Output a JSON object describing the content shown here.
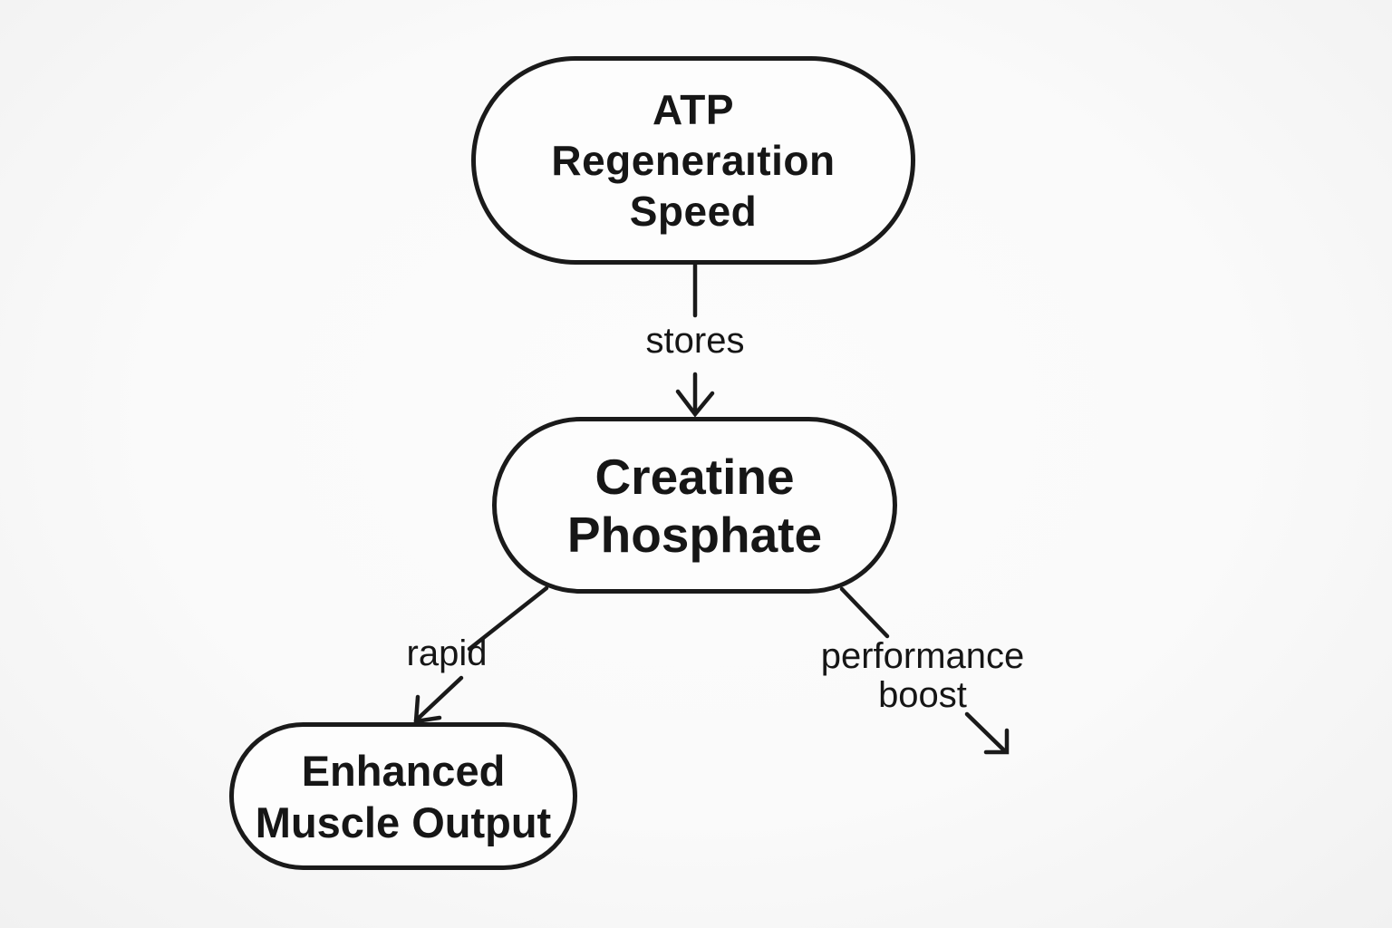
{
  "diagram": {
    "background_color": "#fafafa",
    "line_color": "#1a1a1a",
    "text_color": "#161616",
    "nodes": [
      {
        "id": "atp-regeneration-speed",
        "label": "ATP\nRegeneraıtion\nSpeed"
      },
      {
        "id": "creatine-phosphate",
        "label": "Creatine\nPhosphate"
      },
      {
        "id": "enhanced-muscle-output",
        "label": "Enhanced\nMuscle Output"
      }
    ],
    "edges": [
      {
        "from": "atp-regeneration-speed",
        "to": "creatine-phosphate",
        "label": "stores"
      },
      {
        "from": "creatine-phosphate",
        "to": "enhanced-muscle-output",
        "label": "rapid"
      },
      {
        "from": "creatine-phosphate",
        "to": "",
        "label": "performance\nboost"
      }
    ]
  }
}
